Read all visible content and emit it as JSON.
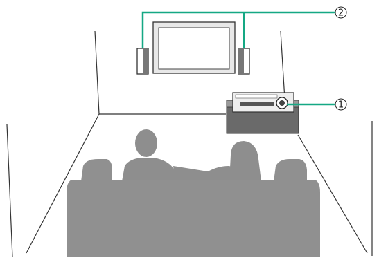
{
  "diagram": {
    "colors": {
      "connection_line": "#15a884",
      "room_line": "#333333",
      "silhouette": "#8e8e8e",
      "sofa": "#909090",
      "device_body": "#eeeeee",
      "device_stand": "#6a6a6a"
    },
    "callouts": [
      {
        "id": "projector",
        "label": "1"
      },
      {
        "id": "front-speakers",
        "label": "2"
      }
    ]
  }
}
